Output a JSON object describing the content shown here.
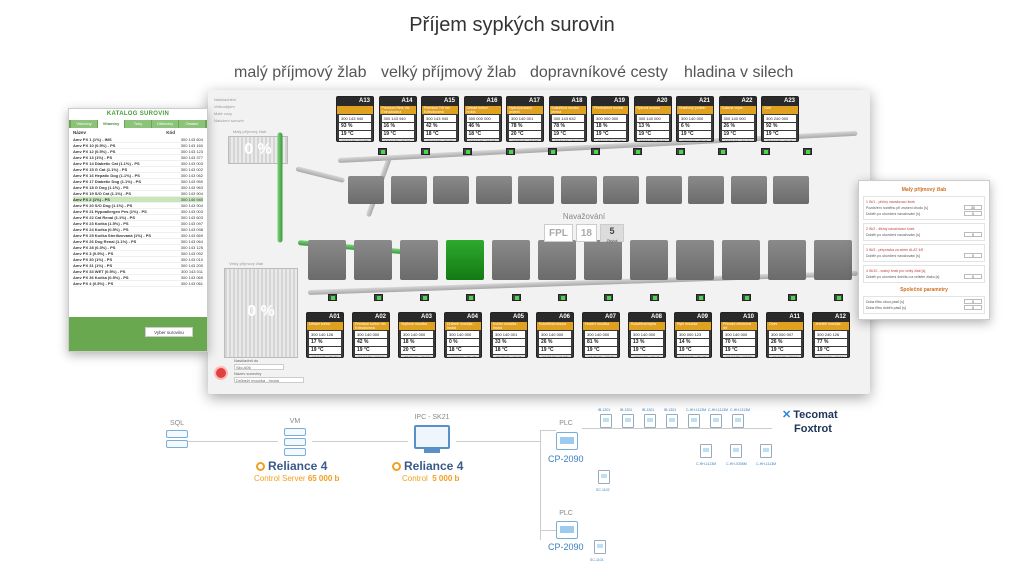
{
  "page": {
    "title": "Příjem sypkých surovin",
    "headings": [
      "malý příjmový žlab",
      "velký příjmový žlab",
      "dopravníkové cesty",
      "hladina v silech"
    ]
  },
  "scada": {
    "top_controls": [
      "Naskladnění",
      "Velkoobjem",
      "Malé vozy",
      "Naložení surovin"
    ],
    "small_hopper": {
      "caption": "Malý příjmový žlab",
      "percent": "0 %"
    },
    "large_hopper": {
      "caption": "Velký příjmový žlab",
      "percent": "0 %"
    },
    "weighing": {
      "label": "Navažování",
      "code": "FPL",
      "value": "18",
      "count": "5",
      "count_label": "Zbývá"
    },
    "top_silos": [
      {
        "id": "A13",
        "name": "",
        "code": "300 143 940",
        "level": "93 %",
        "temp": "19 °C",
        "date": "19.04.26 · 04:23"
      },
      {
        "id": "A14",
        "name": "Premium Reis Vel. Extrudovaná",
        "code": "300 143 940",
        "level": "16 %",
        "temp": "19 °C",
        "date": "17.04.26 · 09:41"
      },
      {
        "id": "A15",
        "name": "Premium Trfl Vel. Extrudovaná",
        "code": "300 143 940",
        "level": "42 %",
        "temp": "18 °C",
        "date": "16.04.26 · 21:59"
      },
      {
        "id": "A16",
        "name": "Dětské kuřecí - hrubá",
        "code": "300 000 000",
        "level": "46 %",
        "temp": "18 °C",
        "date": "17.04.26 · 06:12"
      },
      {
        "id": "A17",
        "name": "Hydrolyzovaný protein",
        "code": "300 140 001",
        "level": "78 %",
        "temp": "20 °C",
        "date": "17.03.26 · 18:03"
      },
      {
        "id": "A18",
        "name": "Kukuřičná mouka jemná",
        "code": "300 143 632",
        "level": "78 %",
        "temp": "19 °C",
        "date": "17.04.26 · 09:41"
      },
      {
        "id": "A19",
        "name": "Předvařené hovězí",
        "code": "300 000 000",
        "level": "18 %",
        "temp": "19 °C",
        "date": "17.04.26 · 09:41"
      },
      {
        "id": "A20",
        "name": "Rýžová mouka",
        "code": "300 140 000",
        "level": "13 %",
        "temp": "19 °C",
        "date": "17.04.26 · 09:41"
      },
      {
        "id": "A21",
        "name": "Hrachový protein",
        "code": "300 140 000",
        "level": "6 %",
        "temp": "19 °C",
        "date": "17.04.26 · 09:41"
      },
      {
        "id": "A22",
        "name": "Sušená vejce",
        "code": "300 140 000",
        "level": "26 %",
        "temp": "19 °C",
        "date": "17.04.26 · 09:41"
      },
      {
        "id": "A23",
        "name": "Ovčí",
        "code": "300 240 000",
        "level": "92 %",
        "temp": "19 °C",
        "date": "17.04.26 · 09:41"
      }
    ],
    "bottom_silos": [
      {
        "id": "A01",
        "name": "Dětské kuřecí",
        "code": "300 140 126",
        "level": "17 %",
        "temp": "19 °C",
        "date": "17.04.26 · 01:24"
      },
      {
        "id": "A02",
        "name": "Premium kuřecí Vel. Extrudovaná",
        "code": "300 140 000",
        "level": "42 %",
        "temp": "19 °C",
        "date": "16.04.26 · 10:19"
      },
      {
        "id": "A03",
        "name": "Vepřová moučka",
        "code": "300 140 000",
        "level": "18 %",
        "temp": "20 °C",
        "date": "22.02.26 · 15:10"
      },
      {
        "id": "A04",
        "name": "Drůbeží moučka - hrubá",
        "code": "300 140 000",
        "level": "0 %",
        "temp": "18 °C",
        "date": "14.04.26 · 21:42"
      },
      {
        "id": "A05",
        "name": "Kuřecí moučka - hrubá",
        "code": "300 140 001",
        "level": "33 %",
        "temp": "18 °C",
        "date": "25.02.26 · 16:41"
      },
      {
        "id": "A06",
        "name": "Kukuřičná mouka",
        "code": "300 140 000",
        "level": "26 %",
        "temp": "19 °C",
        "date": "10.03.26 · 11:58"
      },
      {
        "id": "A07",
        "name": "Hovězí moučka",
        "code": "300 140 000",
        "level": "81 %",
        "temp": "19 °C",
        "date": "13.03.26 · 17:03"
      },
      {
        "id": "A08",
        "name": "Kukuřičná lepka",
        "code": "300 140 000",
        "level": "13 %",
        "temp": "19 °C",
        "date": "17.04.26 · 09:41"
      },
      {
        "id": "A09",
        "name": "Rybí moučka",
        "code": "300 000 123",
        "level": "14 %",
        "temp": "19 °C",
        "date": "17.04.26 · 09:42"
      },
      {
        "id": "A10",
        "name": "Přírodní ořechová drť",
        "code": "300 140 000",
        "level": "70 %",
        "temp": "19 °C",
        "date": "15.04.26 · 13:16"
      },
      {
        "id": "A11",
        "name": "Oves",
        "code": "300 000 007",
        "level": "26 %",
        "temp": "19 °C",
        "date": "15.04.26 · 13:16"
      },
      {
        "id": "A12",
        "name": "Jehněčí moučka",
        "code": "300 240 126",
        "level": "77 %",
        "temp": "19 °C",
        "date": "15.04.26 · 13:16"
      }
    ],
    "bottom_controls": {
      "label1": "Naskladnit do",
      "field1": "Silo A06",
      "label2": "Název suroviny",
      "field2": "Drůbeží moučka - hrubá"
    }
  },
  "catalog": {
    "title": "KATALOG SUROVIN",
    "tabs": [
      "Všechny",
      "Vitamíny",
      "Tuky",
      "Obiloviny",
      "Ostatní"
    ],
    "col_name": "Název",
    "col_code": "Kód",
    "items": [
      {
        "name": "Amv PX 1 (1%) - IMS",
        "code": "300 143 604"
      },
      {
        "name": "Amv PX 10 (0.5%) - PS",
        "code": "300 143 160"
      },
      {
        "name": "Amv PX 12 (0.5%) - PS",
        "code": "300 143 123"
      },
      {
        "name": "Amv PX 13 (1%) - PS",
        "code": "300 143 377"
      },
      {
        "name": "Amv PX 14 Diabetic Cat (1.1%) - PS",
        "code": "300 143 003"
      },
      {
        "name": "Amv PX 15 G Cat (1.1%) - PS",
        "code": "300 143 002"
      },
      {
        "name": "Amv PX 16 Hepatic Dog (1.1%) - PS",
        "code": "300 143 062"
      },
      {
        "name": "Amv PX 17 Diabetic Dog (1.1%) - PS",
        "code": "300 143 950"
      },
      {
        "name": "Amv PX 18 G Dog (1.1%) - PS",
        "code": "300 143 963"
      },
      {
        "name": "Amv PX 19 S/O Cat (1.1%) - PS",
        "code": "300 143 904"
      },
      {
        "name": "Amv PX 2 (1%) - PS",
        "code": "300 140 940"
      },
      {
        "name": "Amv PX 20 S/O Dog (1.1%) - PS",
        "code": "300 143 904"
      },
      {
        "name": "Amv PX 21 Hypoallergen Pes (1%) - PS",
        "code": "300 143 003"
      },
      {
        "name": "Amv PX 22 Cat Renal (1.1%) - PS",
        "code": "300 143 603"
      },
      {
        "name": "Amv PX 23 Kočka (1.5%) - PS",
        "code": "300 143 097"
      },
      {
        "name": "Amv PX 24 Kočka (0.5%) - PS",
        "code": "300 143 098"
      },
      {
        "name": "Amv PX 25 Kočka Sterilizovaná (1%) - PS",
        "code": "300 143 669"
      },
      {
        "name": "Amv PX 26 Dog Renal (1.1%) - PS",
        "code": "300 143 064"
      },
      {
        "name": "Amv PX 28 (0.3%) - PS",
        "code": "300 143 125"
      },
      {
        "name": "Amv PX 3 (0.5%) - PS",
        "code": "300 143 092"
      },
      {
        "name": "Amv PX 30 (1%) - PS",
        "code": "300 143 010"
      },
      {
        "name": "Amv PX 31 (1%) - PS",
        "code": "300 143 200"
      },
      {
        "name": "Amv PX 33 WET (0.5%) - PS",
        "code": "300 143 011"
      },
      {
        "name": "Amv PX 36 Kočka (0.5%) - PS",
        "code": "300 143 069"
      },
      {
        "name": "Amv PX 4 (0.5%) - PS",
        "code": "300 143 061"
      }
    ],
    "selected_index": 10,
    "button": "Vyber surovinu"
  },
  "settings": {
    "title": "Malý příjmový žlab",
    "groups": [
      {
        "head": "1 IN/1 - příčný navažovací šnek",
        "rows": [
          {
            "label": "Pozdržení rozběhu při zrušení chodu [s]",
            "value": "30"
          },
          {
            "label": "Doběh po ukončení navažování [s]",
            "value": "5"
          }
        ]
      },
      {
        "head": "2 IN/2 - šikmý navažovací šnek",
        "rows": [
          {
            "label": "Doběh po ukončení navažování [s]",
            "value": "5"
          }
        ]
      },
      {
        "head": "3 IN/3 - přeprávka za sítem ALAT 4/5",
        "rows": [
          {
            "label": "Doběh po ukončení navažování [s]",
            "value": "5"
          }
        ]
      },
      {
        "head": "4 IN/10 - vratný šnek pro velký žlab [s]",
        "rows": [
          {
            "label": "Doběh po ukončení šnečku na velkém žlabu [s]",
            "value": "5"
          }
        ]
      }
    ],
    "section2": "Společné parametry",
    "common": [
      {
        "label": "Doba filtru obou pásů [s]",
        "value": "5"
      },
      {
        "label": "Doba filtru doběh pásů [s]",
        "value": "5"
      }
    ]
  },
  "architecture": {
    "sql": "SQL",
    "vm": "VM",
    "ipc": "IPC - SK21",
    "reliance_server": "Reliance 4",
    "server_sub": "Control Server",
    "server_price": "65 000 b",
    "reliance_control": "Reliance 4",
    "control_sub": "Control",
    "control_price": "5 000 b",
    "plc_label": "PLC",
    "plc_model": "CP-2090",
    "tecomat": "Tecomat",
    "foxtrot": "Foxtrot",
    "module_top": [
      "IB-1301",
      "IB-1301",
      "IB-1301",
      "IB-1301",
      "C-HH-1113M",
      "C-HH-1113M",
      "C-HH-1113M"
    ],
    "module_bottom": [
      "C-HH-1113M",
      "C-HH-0308M",
      "C-HH-1113M"
    ],
    "mod_plc1": "SC-1102",
    "mod_plc2": "SC-1101"
  },
  "colors": {
    "accent_green": "#6aa84f",
    "brand_orange": "#f0a020",
    "silo_name_bar": "#e0a020",
    "active_silo": "#1f8f1f",
    "link_blue": "#3a7fc0"
  }
}
